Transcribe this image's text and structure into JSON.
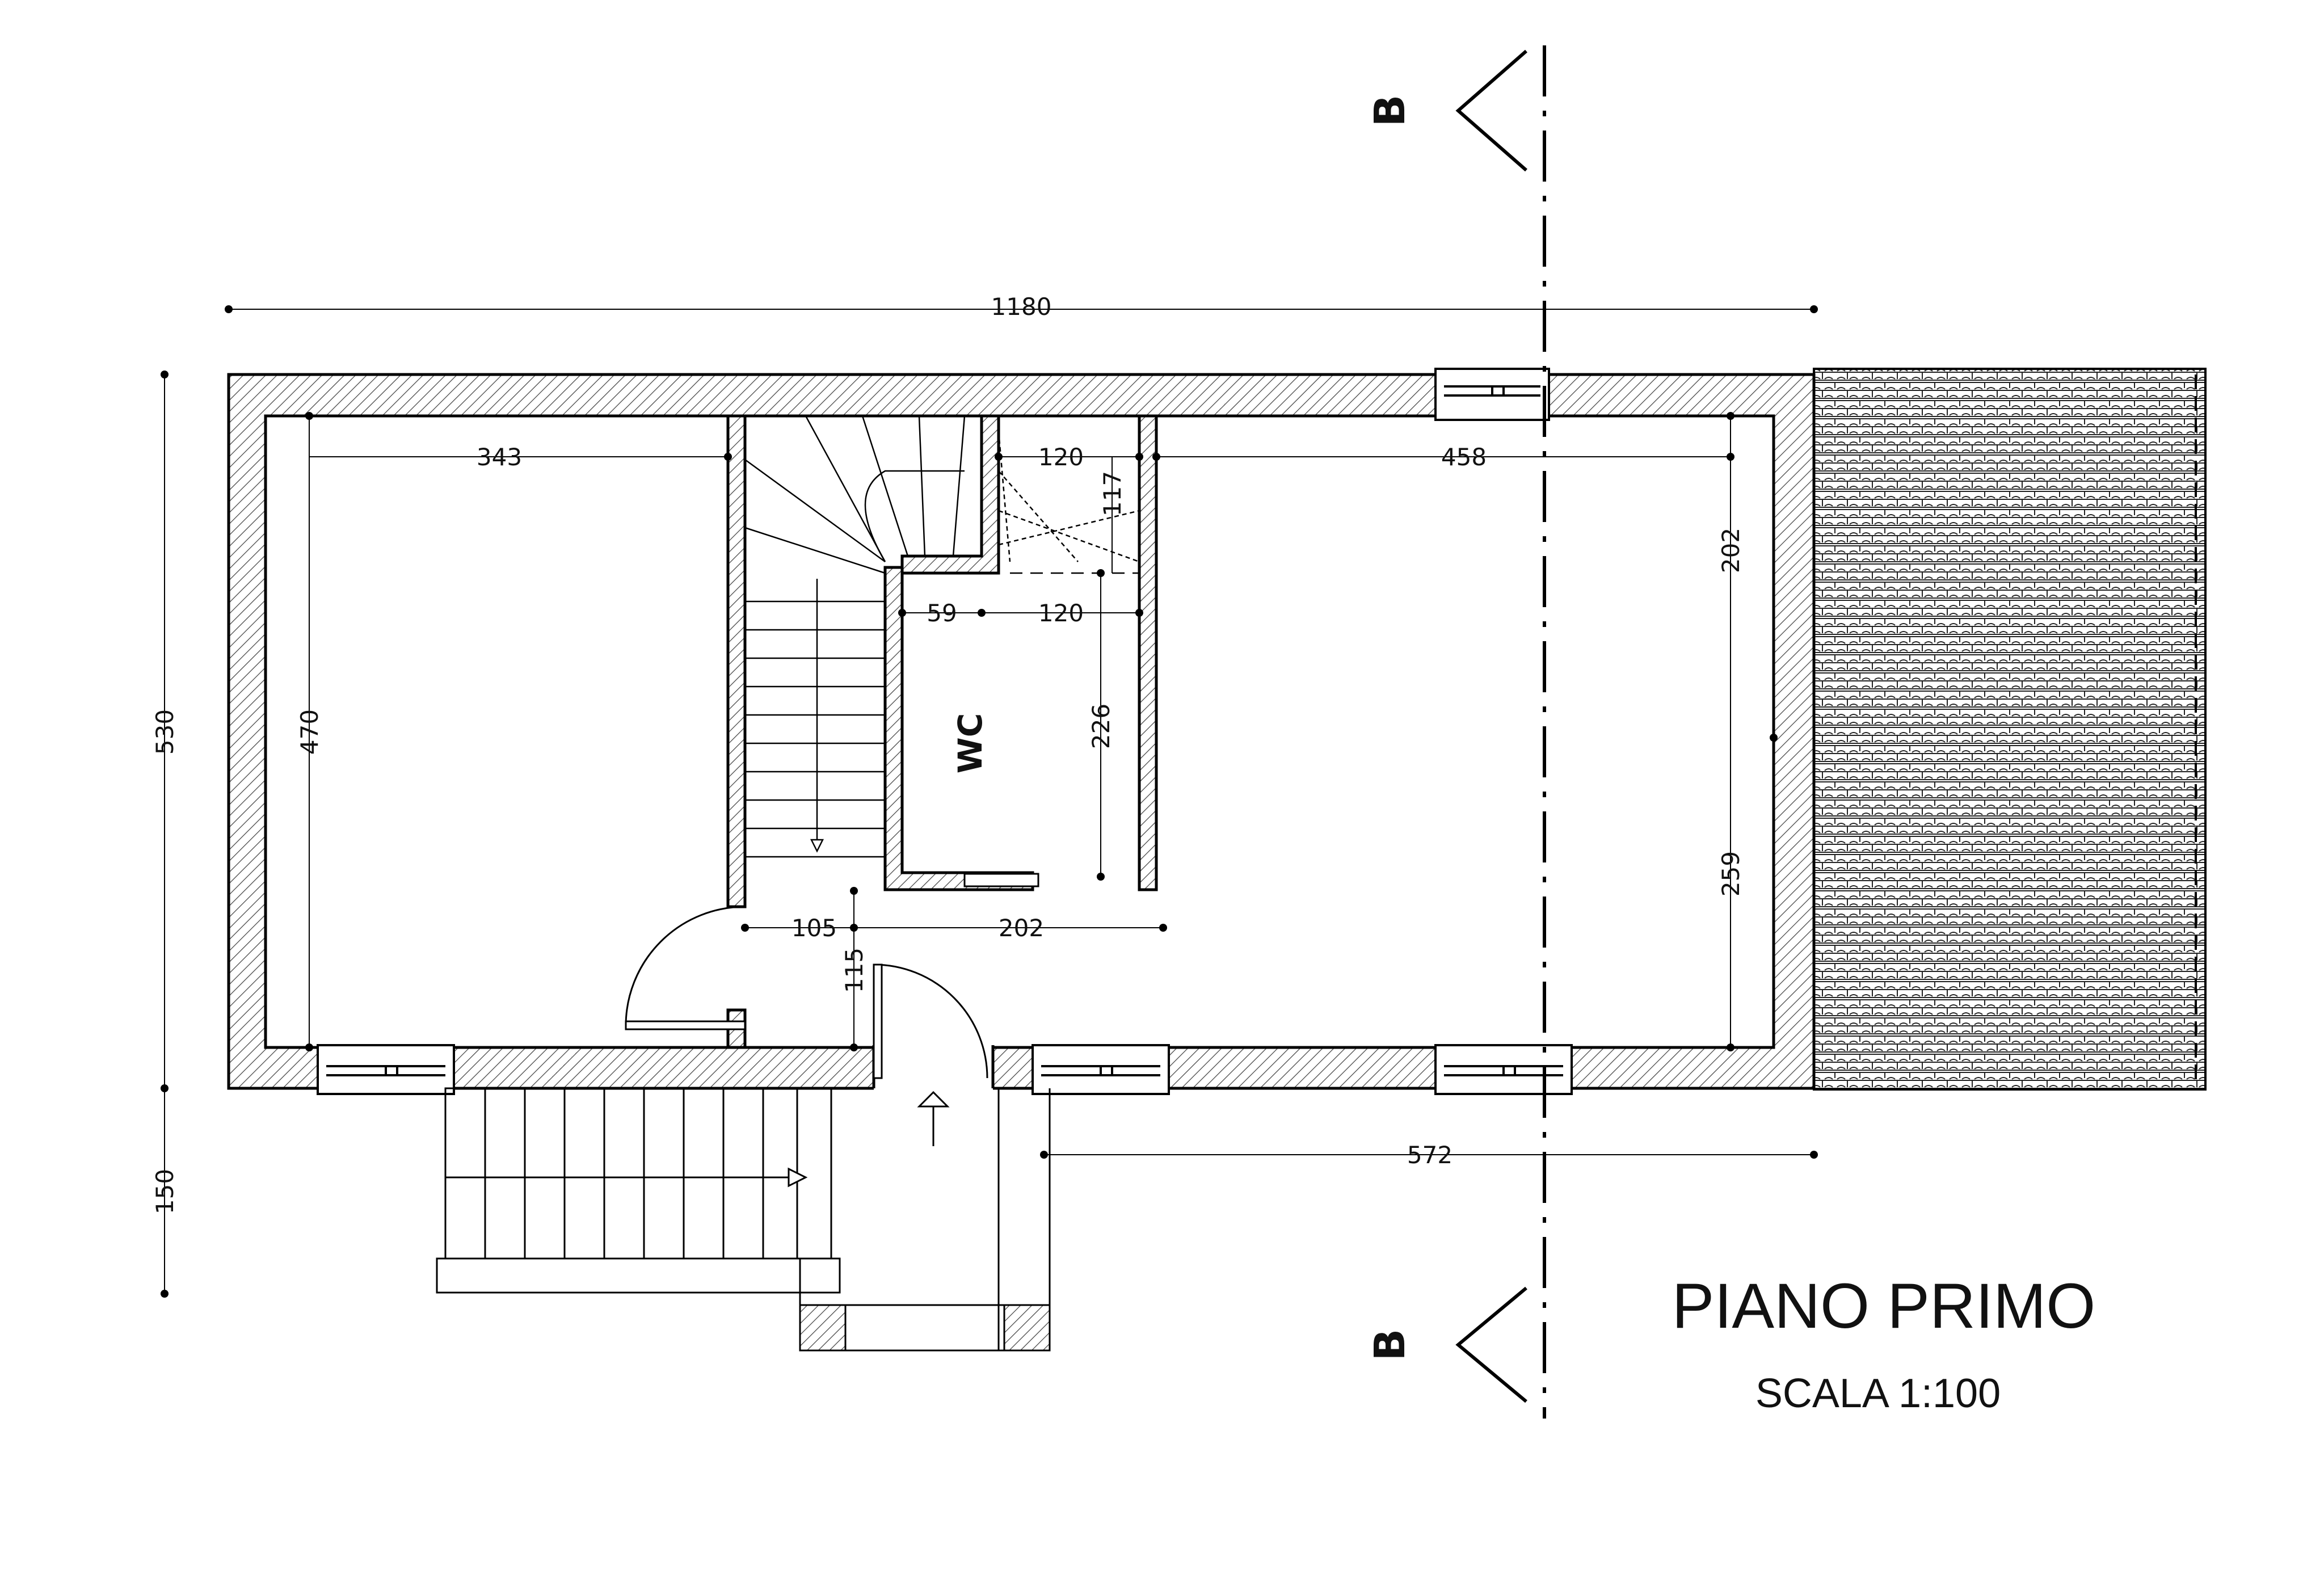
{
  "title": "PIANO PRIMO",
  "scale": "SCALA 1:100",
  "section": {
    "label_top": "B",
    "label_bottom": "B"
  },
  "room_label": "WC",
  "dimensions": {
    "overall_width": "1180",
    "overall_depth": "530",
    "stair_projection": "150",
    "left_room_width": "343",
    "left_room_depth": "470",
    "right_room_width": "458",
    "stair_width": "120",
    "landing_depth": "117",
    "wc_wall": "59",
    "wc_width": "120",
    "wc_depth": "226",
    "right_upper": "202",
    "right_lower": "259",
    "hall_width": "105",
    "hall_lower": "202",
    "door_offset": "115",
    "front_length": "572"
  }
}
